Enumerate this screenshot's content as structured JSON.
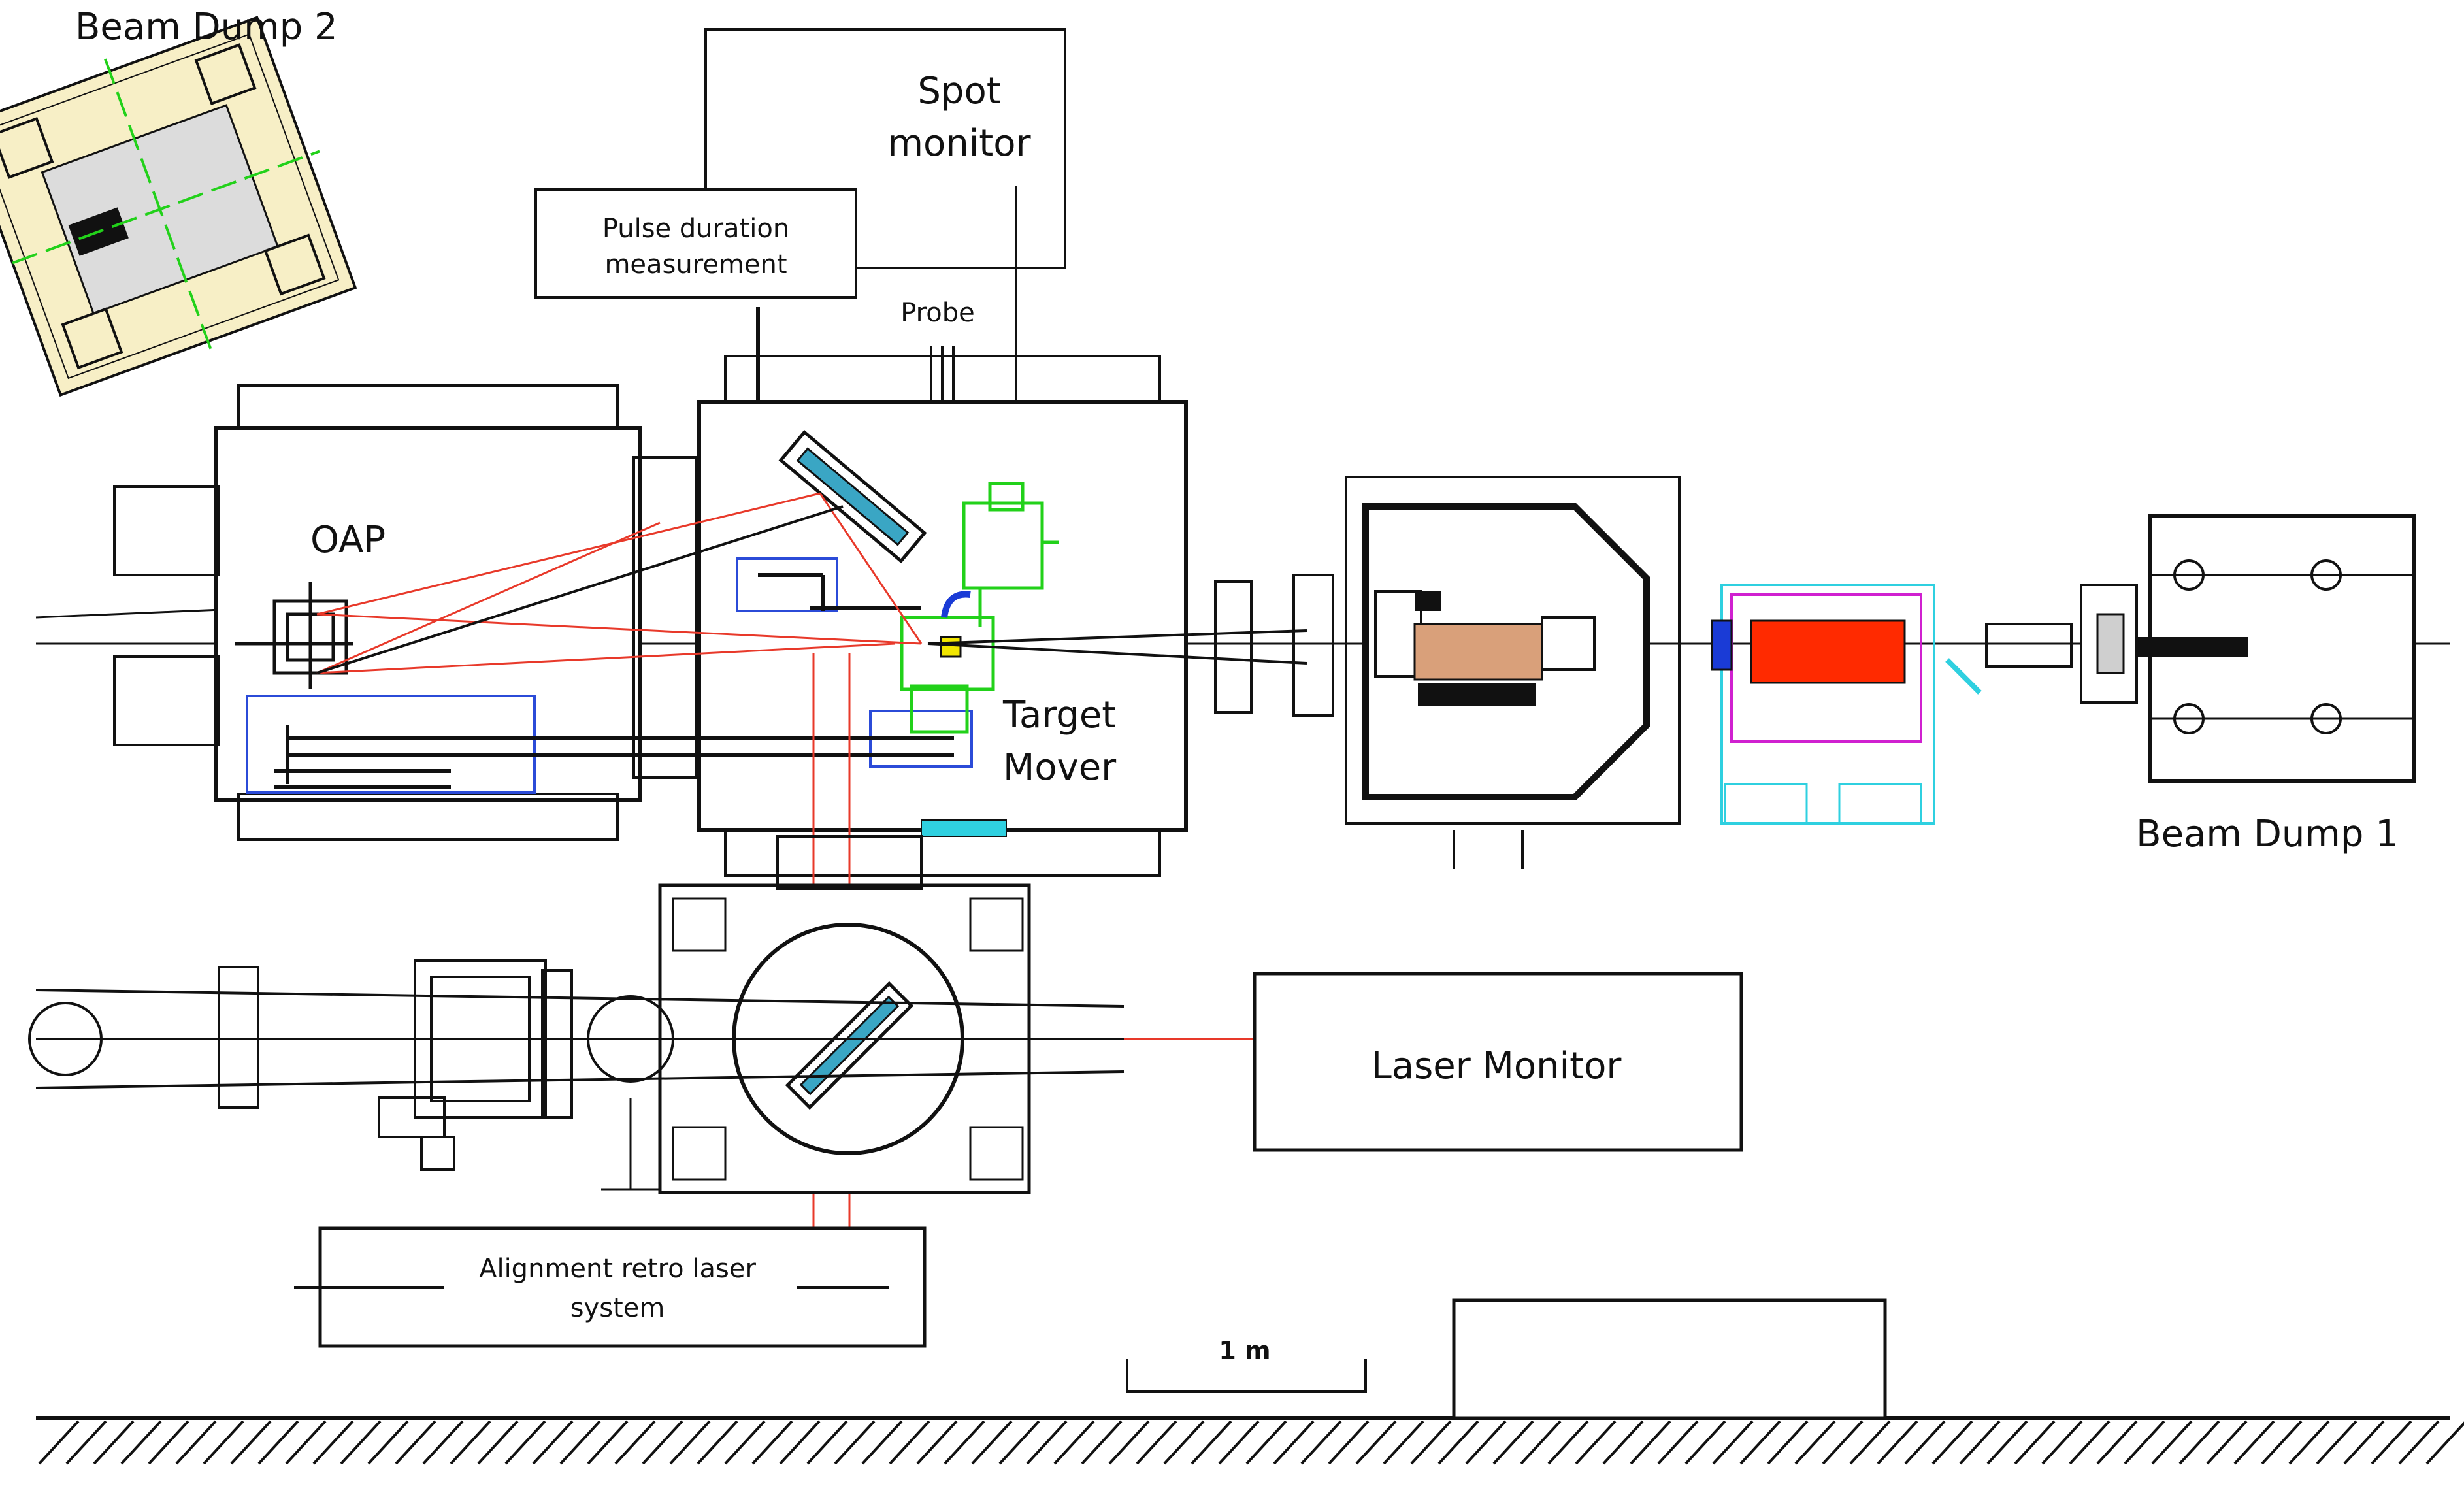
{
  "labels": {
    "beam_dump_2": "Beam Dump 2",
    "spot_monitor_line1": "Spot",
    "spot_monitor_line2": "monitor",
    "pulse_duration_line1": "Pulse duration",
    "pulse_duration_line2": "measurement",
    "probe": "Probe",
    "oap": "OAP",
    "target_mover_line1": "Target",
    "target_mover_line2": "Mover",
    "beam_dump_1": "Beam Dump 1",
    "laser_monitor": "Laser Monitor",
    "alignment_line1": "Alignment retro laser",
    "alignment_line2": "system",
    "scale": "1 m"
  },
  "colors": {
    "laser_beam": "#e8392a",
    "alignment_box": "#2b4bd8",
    "target_mover_green": "#22d11a",
    "spectrometer_red": "#ff2a00",
    "spectrometer_cyan": "#2fd0e0",
    "spectrometer_magenta": "#d020d0",
    "yag_orange": "#d9a07a",
    "beam_dump_pad": "#f7efc6"
  }
}
